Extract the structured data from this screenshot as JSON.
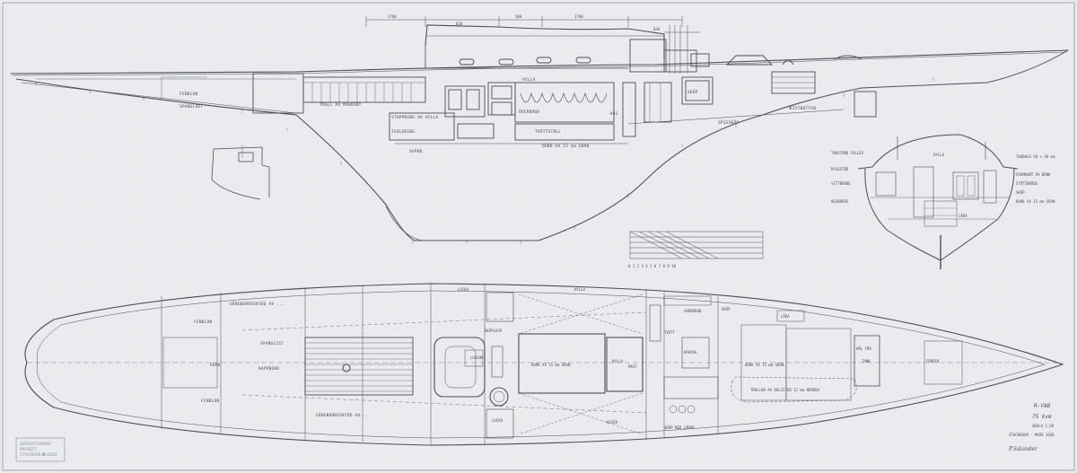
{
  "profile_labels": {
    "dim_a": "1700",
    "dim_b": "820",
    "dim_c": "500",
    "dim_d": "1700",
    "dim_e": "830",
    "fendlon": "FENDLON",
    "spanglist": "SPANGLIST",
    "skylight": "TRALL AV MAHOGNY",
    "hylla": "HYLLA",
    "stoppning": "STOPPNING AV HYLLA",
    "isolering": "ISOLERING",
    "overbadd": "ÖVERBÄDD",
    "tvattstall": "TVÄTTSTÄLL",
    "koj": "KOJ",
    "skap": "SKÅP",
    "spisskap": "SPISSKÅP",
    "svard": "SVÄRD",
    "kistbotten": "KISTBOTTEN",
    "durk": "DURK AV 15 mm GRAN"
  },
  "section_labels": {
    "left_1": "TAKSTÄND FALLES",
    "left_2": "RYGGSTÖD",
    "left_3": "SITTBRÄDE",
    "left_4": "KOJBRÄDE",
    "right_1": "TAKBALK 50 × 30 mm",
    "right_2": "FRAMKANT AV BÄNK",
    "right_3": "STÖTTBRÄDE",
    "right_4": "SKÅP",
    "right_5": "DURK AV 15 mm GRAN",
    "mid_1": "HYLLA",
    "mid_2": "LÅDA"
  },
  "plan_labels": {
    "fendlon_top": "FENDLON",
    "fendlon_bot": "FENDLON",
    "spanglist": "SPANGLIST",
    "durk": "DURK",
    "kappbord": "KAPPBORD",
    "gangbord_top": "GÅNGBORDSSKYDD AV ...",
    "gangbord_bot": "GÅNGBORDSSKYDD AV ...",
    "skaplock": "SKÅPLOCK",
    "luckor": "LUCKOR",
    "lucka1": "LUCKA",
    "lucka2": "LUCKA",
    "hylla_top": "HYLLA",
    "hylla_mid": "HYLLA",
    "durk_plan": "DURK AV 15 mm GRAN",
    "durk_plan2": "DURK AV 15 mm GRAN",
    "mast": "MAST",
    "garderob": "GARDEROB",
    "tvatt": "TVÄTT",
    "kaross": "KAROSS",
    "skap_plan": "SKÅP",
    "lada": "LÅDA",
    "hal": "HÅL FÖR",
    "bottom_note": "TRÄLLOR AV EKLISTER 12 mm BRÄDDA",
    "skap_laddor": "SKÅP MED LÅDOR",
    "kojer": "KOJER",
    "forpik": "FÖRPIK",
    "tank": "TANK"
  },
  "title_block": {
    "name": "R-YAB",
    "class": "75 kvm",
    "scale": "SKALA 1:20",
    "place_date": "STOCKHOLM - MARS 1936",
    "signature": "P.Salander"
  },
  "stamp": {
    "line1": "SJÖHISTORISKA",
    "line2": "MUSEET",
    "line3": "STOCKHOLM",
    "number": "S 6183"
  },
  "scale_bar_label": "0 1 2 3 4 5 6 7 8 9 10"
}
